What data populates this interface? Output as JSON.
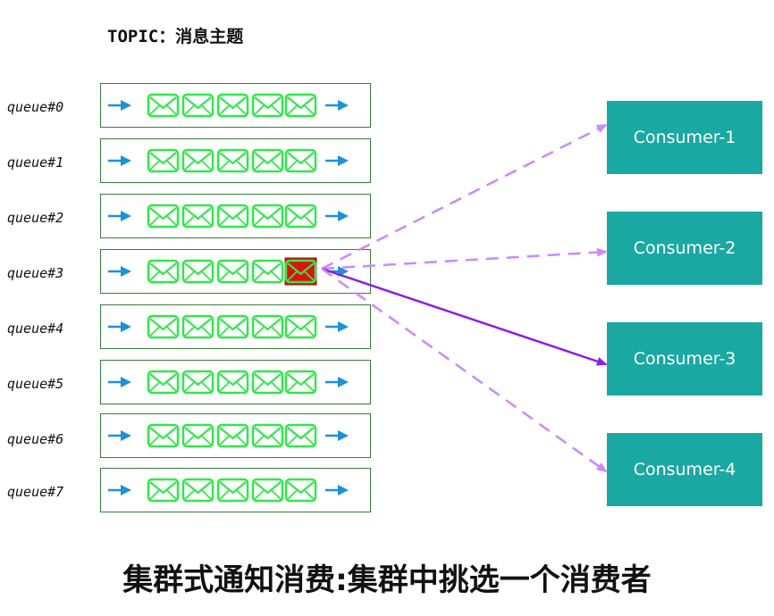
{
  "topic_label": "TOPIC：消息主题",
  "queues": [
    {
      "label": "queue#0",
      "messages": 5,
      "selected_message": null
    },
    {
      "label": "queue#1",
      "messages": 5,
      "selected_message": null
    },
    {
      "label": "queue#2",
      "messages": 5,
      "selected_message": null
    },
    {
      "label": "queue#3",
      "messages": 5,
      "selected_message": 4
    },
    {
      "label": "queue#4",
      "messages": 5,
      "selected_message": null
    },
    {
      "label": "queue#5",
      "messages": 5,
      "selected_message": null
    },
    {
      "label": "queue#6",
      "messages": 5,
      "selected_message": null
    },
    {
      "label": "queue#7",
      "messages": 5,
      "selected_message": null
    }
  ],
  "consumers": [
    {
      "label": "Consumer-1"
    },
    {
      "label": "Consumer-2"
    },
    {
      "label": "Consumer-3",
      "chosen": true
    },
    {
      "label": "Consumer-4"
    }
  ],
  "dispatch_from_queue": 3,
  "footer_caption": "集群式通知消费:集群中挑选一个消费者",
  "colors": {
    "queue_border": "#3a7d3a",
    "envelope": "#33e64d",
    "envelope_selected_fill": "#e01010",
    "flow_arrow": "#1e90d8",
    "consumer_fill": "#1aa8a3",
    "dashed_arrow": "#cc88ff",
    "solid_arrow": "#8a1ee6"
  },
  "icons": {
    "message": "envelope-icon",
    "flow": "right-arrow-icon"
  }
}
